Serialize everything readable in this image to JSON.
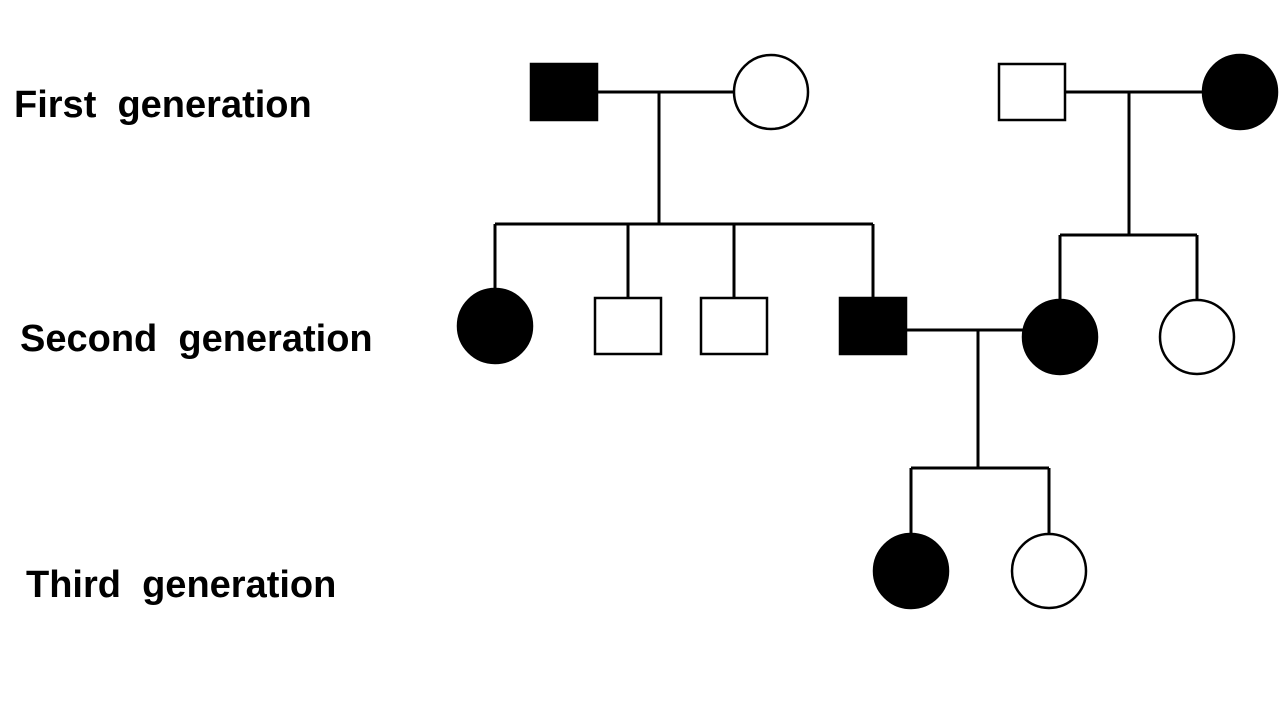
{
  "generations": [
    {
      "label": "First  generation"
    },
    {
      "label": "Second  generation"
    },
    {
      "label": "Third  generation"
    }
  ],
  "colors": {
    "affected": "#000000",
    "unaffected": "#ffffff",
    "stroke": "#000000"
  },
  "individuals": [
    {
      "id": "I-1",
      "generation": 1,
      "sex": "male",
      "affected": true
    },
    {
      "id": "I-2",
      "generation": 1,
      "sex": "female",
      "affected": false
    },
    {
      "id": "I-3",
      "generation": 1,
      "sex": "male",
      "affected": false
    },
    {
      "id": "I-4",
      "generation": 1,
      "sex": "female",
      "affected": true
    },
    {
      "id": "II-1",
      "generation": 2,
      "sex": "female",
      "affected": true
    },
    {
      "id": "II-2",
      "generation": 2,
      "sex": "male",
      "affected": false
    },
    {
      "id": "II-3",
      "generation": 2,
      "sex": "male",
      "affected": false
    },
    {
      "id": "II-4",
      "generation": 2,
      "sex": "male",
      "affected": true
    },
    {
      "id": "II-5",
      "generation": 2,
      "sex": "female",
      "affected": true
    },
    {
      "id": "II-6",
      "generation": 2,
      "sex": "female",
      "affected": false
    },
    {
      "id": "III-1",
      "generation": 3,
      "sex": "female",
      "affected": true
    },
    {
      "id": "III-2",
      "generation": 3,
      "sex": "female",
      "affected": false
    }
  ],
  "matings": [
    {
      "partners": [
        "I-1",
        "I-2"
      ],
      "children": [
        "II-1",
        "II-2",
        "II-3",
        "II-4"
      ]
    },
    {
      "partners": [
        "I-3",
        "I-4"
      ],
      "children": [
        "II-5",
        "II-6"
      ]
    },
    {
      "partners": [
        "II-4",
        "II-5"
      ],
      "children": [
        "III-1",
        "III-2"
      ]
    }
  ]
}
